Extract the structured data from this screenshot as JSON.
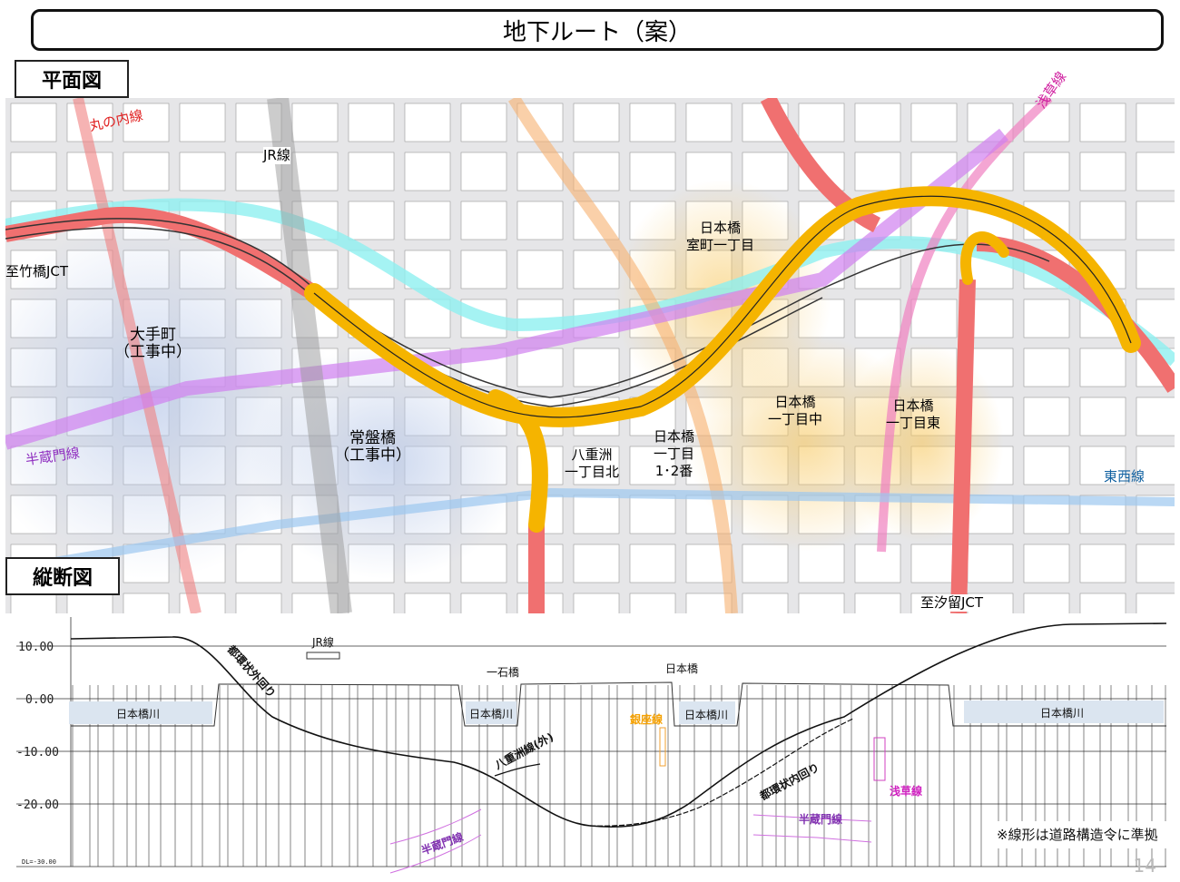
{
  "title": "地下ルート（案）",
  "plan": {
    "label": "平面図",
    "labels": {
      "marunouchi": "丸の内線",
      "jr": "JR線",
      "takebashi": "至竹橋JCT",
      "otemachi": "大手町\n（工事中）",
      "hanzomon": "半蔵門線",
      "tokiwabashi": "常盤橋\n（工事中）",
      "yaesu": "八重洲\n一丁目北",
      "nihonbashi12": "日本橋\n一丁目\n1･2番",
      "nihonbashi_naka": "日本橋\n一丁目中",
      "nihonbashi_higashi": "日本橋\n一丁目東",
      "muromachi": "日本橋\n室町一丁目",
      "asakusa": "浅草線",
      "tozai": "東西線",
      "shiodome": "至汐留JCT"
    },
    "colors": {
      "expressway": "#f07070",
      "route": "#f5b400",
      "river": "#8ff0f0",
      "hanzomon": "#d080f0",
      "tozai": "#9cc8f0",
      "ginza": "#f7b070",
      "asakusa": "#f080c0",
      "marunouchi": "#f08080"
    }
  },
  "profile": {
    "label": "縦断図",
    "y_ticks": [
      "10.00",
      "0.00",
      "-10.00",
      "-20.00"
    ],
    "datum": "DL=-30.00",
    "labels": {
      "outer": "都環状外回り",
      "jr": "JR線",
      "ichikoku": "一石橋",
      "nihonbashi": "日本橋",
      "river": "日本橋川",
      "yaesu": "八重洲線(外)",
      "ginza": "銀座線",
      "inner": "都環状内回り",
      "asakusa": "浅草線",
      "hanzomon": "半蔵門線"
    },
    "note": "※線形は道路構造令に準拠"
  },
  "page_number": "14"
}
